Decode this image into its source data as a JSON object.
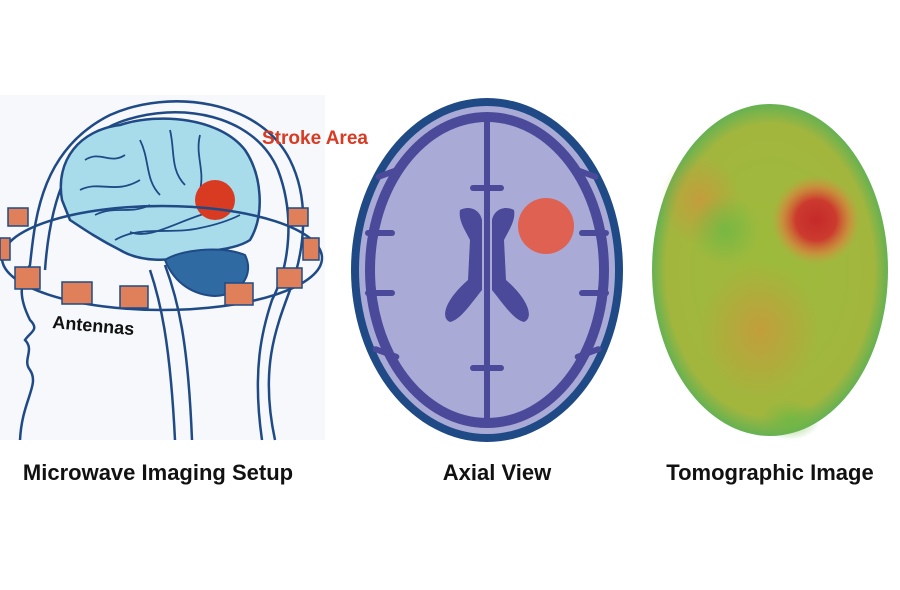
{
  "panels": {
    "setup": {
      "caption": "Microwave Imaging Setup",
      "stroke_label": "Stroke Area",
      "antenna_label": "Antennas"
    },
    "axial": {
      "caption": "Axial View"
    },
    "tomo": {
      "caption": "Tomographic Image"
    }
  },
  "colors": {
    "stroke": "#d93a22",
    "outline": "#1f4a86",
    "brain": "#a8dcea",
    "cerebellum": "#2f6aa2",
    "antenna": "#e0805a",
    "axial_fill": "#a9abd6",
    "axial_dark": "#4b4a9a"
  }
}
